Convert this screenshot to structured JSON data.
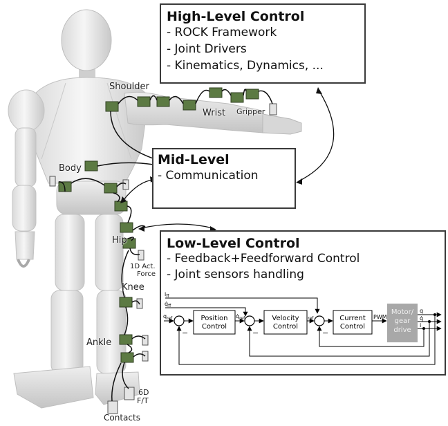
{
  "high_level": {
    "title": "High-Level Control",
    "items": [
      "- ROCK Framework",
      "- Joint Drivers",
      "- Kinematics, Dynamics, ..."
    ]
  },
  "mid_level": {
    "title": "Mid-Level",
    "items": [
      "- Communication"
    ]
  },
  "low_level": {
    "title": "Low-Level Control",
    "items": [
      "- Feedback+Feedforward Control",
      "- Joint sensors handling"
    ]
  },
  "robot_labels": {
    "shoulder": "Shoulder",
    "wrist": "Wrist",
    "gripper": "Gripper",
    "body": "Body",
    "hip": "Hip",
    "act_force_line1": "1D Act.",
    "act_force_line2": "Force",
    "knee": "Knee",
    "ankle": "Ankle",
    "ft_line1": "6D",
    "ft_line2": "F/T",
    "contacts": "Contacts"
  },
  "control_diagram": {
    "blocks": {
      "position": [
        "Position",
        "Control"
      ],
      "velocity": [
        "Velocity",
        "Control"
      ],
      "current": [
        "Current",
        "Control"
      ],
      "motor": [
        "Motor/",
        "gear",
        "drive"
      ]
    },
    "signals": {
      "i_ff": "i",
      "i_ff_sub": "ff",
      "qdot_ff": "q̇",
      "qdot_ff_sub": "ff",
      "q_ref": "q",
      "q_ref_sub": "ref",
      "qdot_ref": "q̇",
      "qdot_ref_sub": "ref",
      "i_ref": "i",
      "i_ref_sub": "ref",
      "pwm": "PWM",
      "out_q": "q",
      "out_qdot": "q̇",
      "out_i": "i",
      "minus": "−"
    },
    "colors": {
      "motor_fill": "#a8a8a8",
      "motor_text": "#f2f2f2"
    }
  }
}
